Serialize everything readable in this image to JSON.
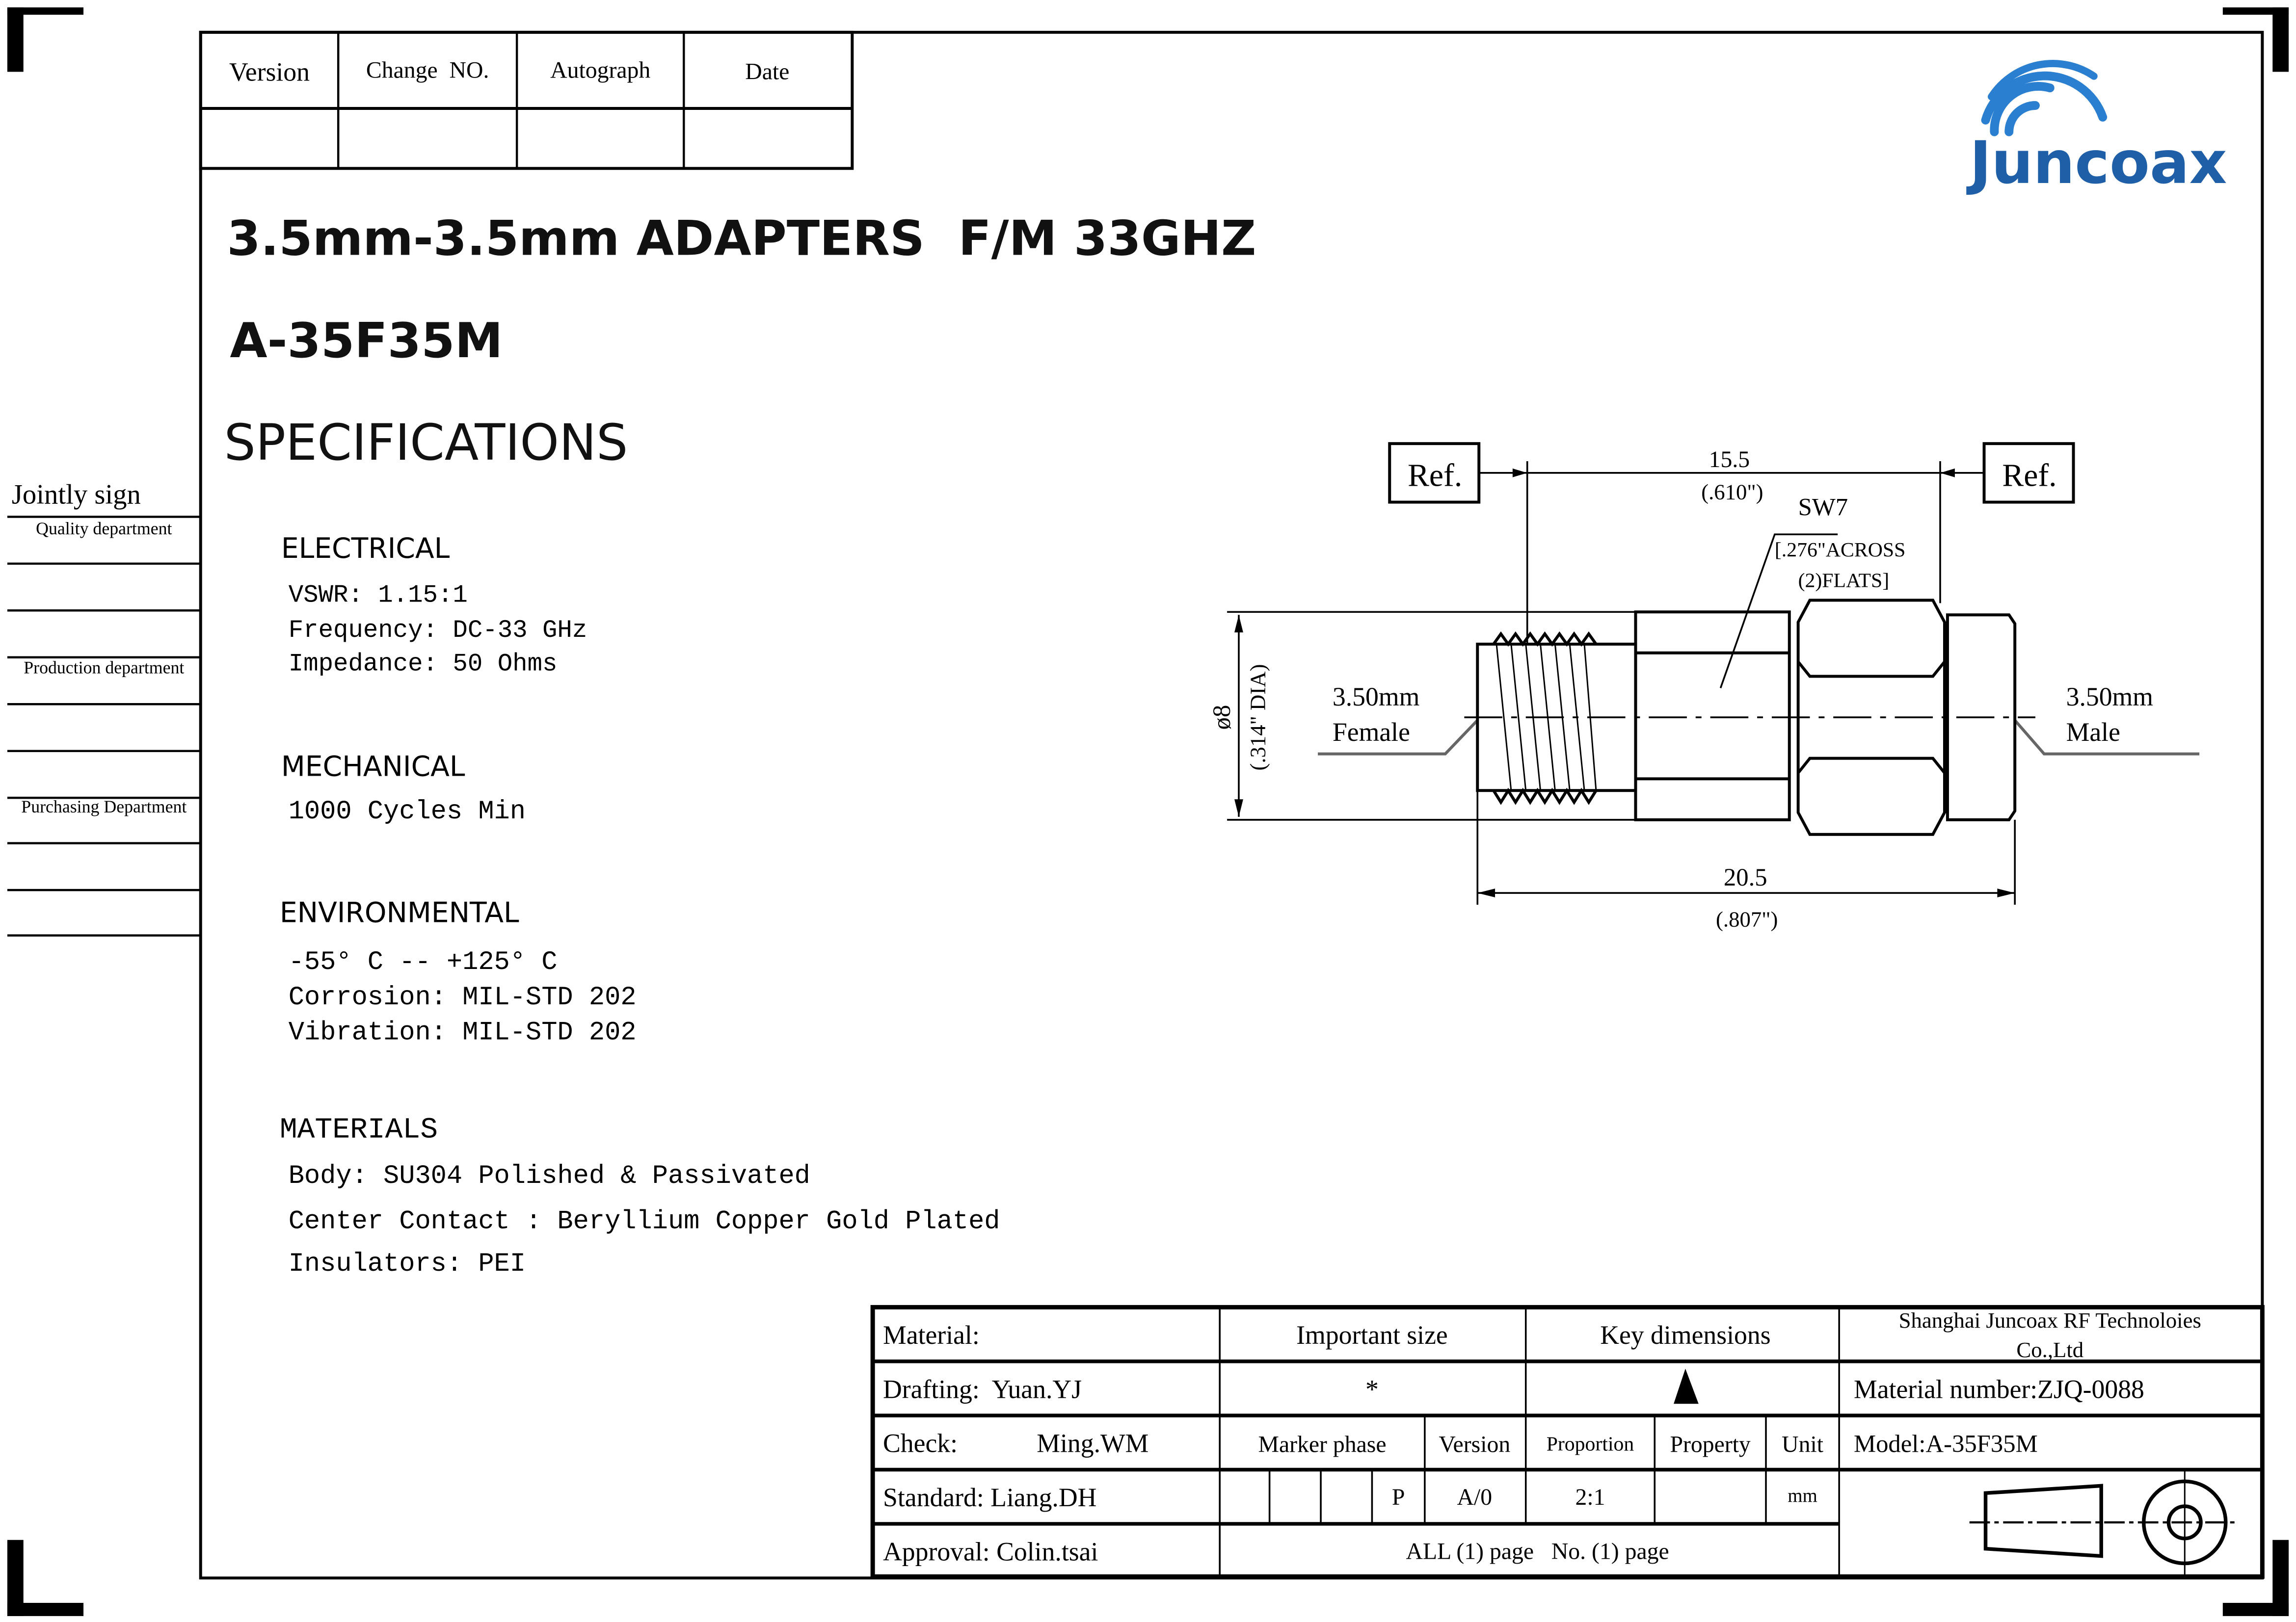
{
  "revision_table": {
    "headers": [
      "Version",
      "Change  NO.",
      "Autograph",
      "Date"
    ]
  },
  "brand": {
    "name": "Juncoax",
    "color": "#1f5fa8"
  },
  "title": "3.5mm-3.5mm ADAPTERS  F/M 33GHZ",
  "part_number": "A-35F35M",
  "specs_heading": "SPECIFICATIONS",
  "sign_panel": {
    "heading": "Jointly sign",
    "departments": [
      "Quality department",
      "Production department",
      "Purchasing Department"
    ]
  },
  "electrical": {
    "heading": "ELECTRICAL",
    "lines": [
      "VSWR:  1.15:1",
      "Frequency: DC-33 GHz",
      "Impedance: 50 Ohms"
    ]
  },
  "mechanical": {
    "heading": "MECHANICAL",
    "lines": [
      "1000 Cycles Min"
    ]
  },
  "environmental": {
    "heading": "ENVIRONMENTAL",
    "lines": [
      "-55° C -- +125° C",
      "Corrosion: MIL-STD 202",
      "Vibration: MIL-STD 202"
    ]
  },
  "materials": {
    "heading": "MATERIALS",
    "lines": [
      "Body: SU304 Polished & Passivated",
      "Center Contact : Beryllium Copper Gold Plated",
      "Insulators: PEI"
    ]
  },
  "drawing": {
    "ref_left": "Ref.",
    "ref_right": "Ref.",
    "ref_length_mm": "15.5",
    "ref_length_in": "(.610\")",
    "wrench": "SW7",
    "wrench_note_1": "[.276\"ACROSS",
    "wrench_note_2": "(2)FLATS]",
    "dia_mm": "ø8",
    "dia_in": "(.314\" DIA)",
    "left_label_1": "3.50mm",
    "left_label_2": "Female",
    "right_label_1": "3.50mm",
    "right_label_2": "Male",
    "overall_mm": "20.5",
    "overall_in": "(.807\")"
  },
  "title_block": {
    "material": "Material:",
    "drafting": "Drafting:  Yuan.YJ",
    "check_label": "Check:",
    "check_name": "Ming.WM",
    "standard": "Standard: Liang.DH",
    "approval": "Approval: Colin.tsai",
    "important_size": "Important size",
    "important_symbol": "*",
    "key_dimensions": "Key dimensions",
    "marker_phase": "Marker phase",
    "version": "Version",
    "proportion": "Proportion",
    "property": "Property",
    "unit": "Unit",
    "marker_value": "P",
    "version_value": "A/0",
    "proportion_value": "2:1",
    "unit_value": "mm",
    "pages": "ALL (1) page   No. (1) page",
    "company_1": "Shanghai Juncoax RF Technoloies",
    "company_2": "Co.,Ltd",
    "material_number": "Material number:ZJQ-0088",
    "model": "Model:A-35F35M"
  }
}
